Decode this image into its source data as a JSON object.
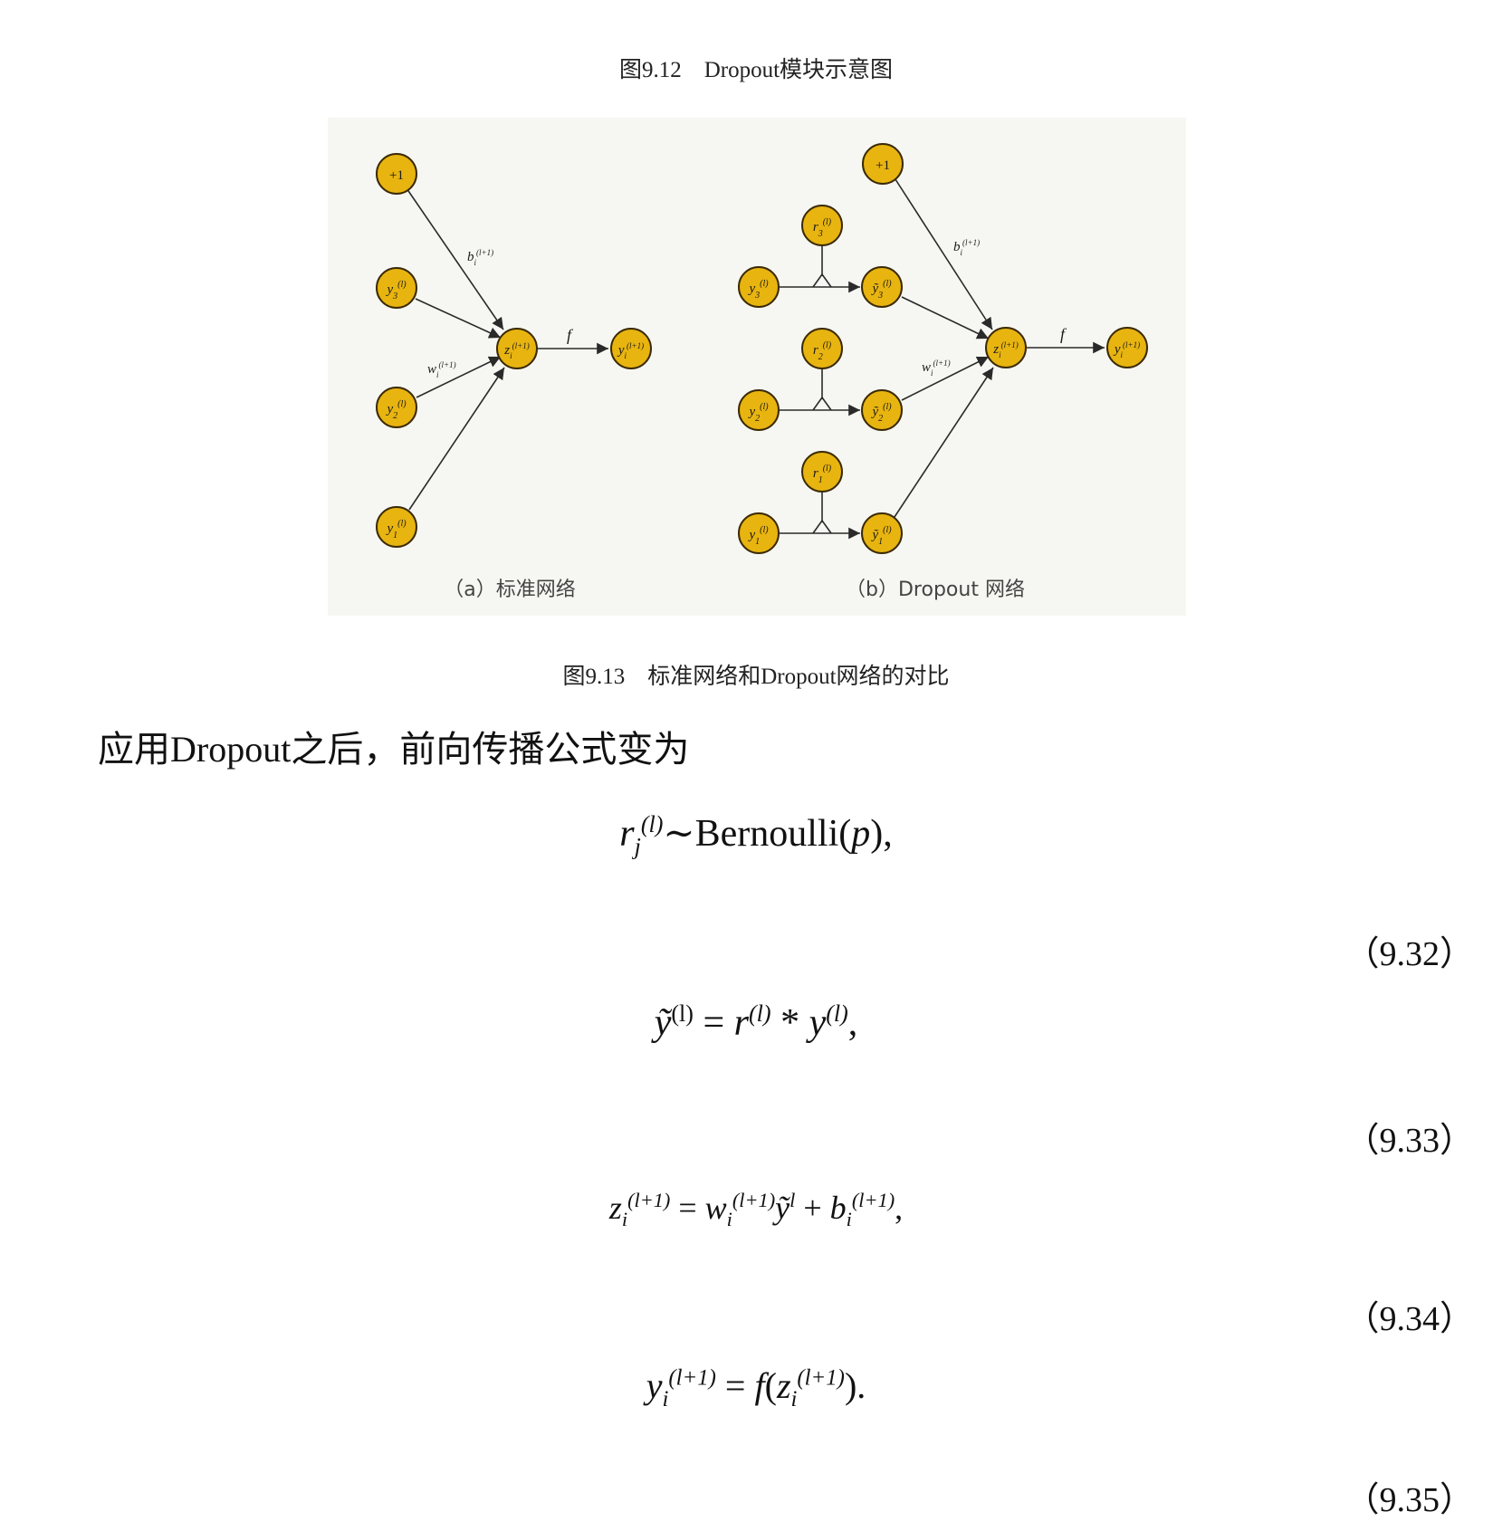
{
  "captions": {
    "fig_9_12": "图9.12　Dropout模块示意图",
    "fig_9_13": "图9.13　标准网络和Dropout网络的对比"
  },
  "figure": {
    "label_a": "（a）标准网络",
    "label_b": "（b）Dropout 网络",
    "node_plus_one": "+1",
    "edge_f": "f",
    "colors": {
      "node_fill": "#e8b40f",
      "node_stroke": "#3a2a05",
      "edge": "#2a2a2a",
      "panel_bg": "#f6f6f2"
    }
  },
  "paragraph": "应用Dropout之后，前向传播公式变为",
  "equations": [
    {
      "number": "（9.32）"
    },
    {
      "number": "（9.33）"
    },
    {
      "number": "（9.34）"
    },
    {
      "number": "（9.35）"
    }
  ]
}
